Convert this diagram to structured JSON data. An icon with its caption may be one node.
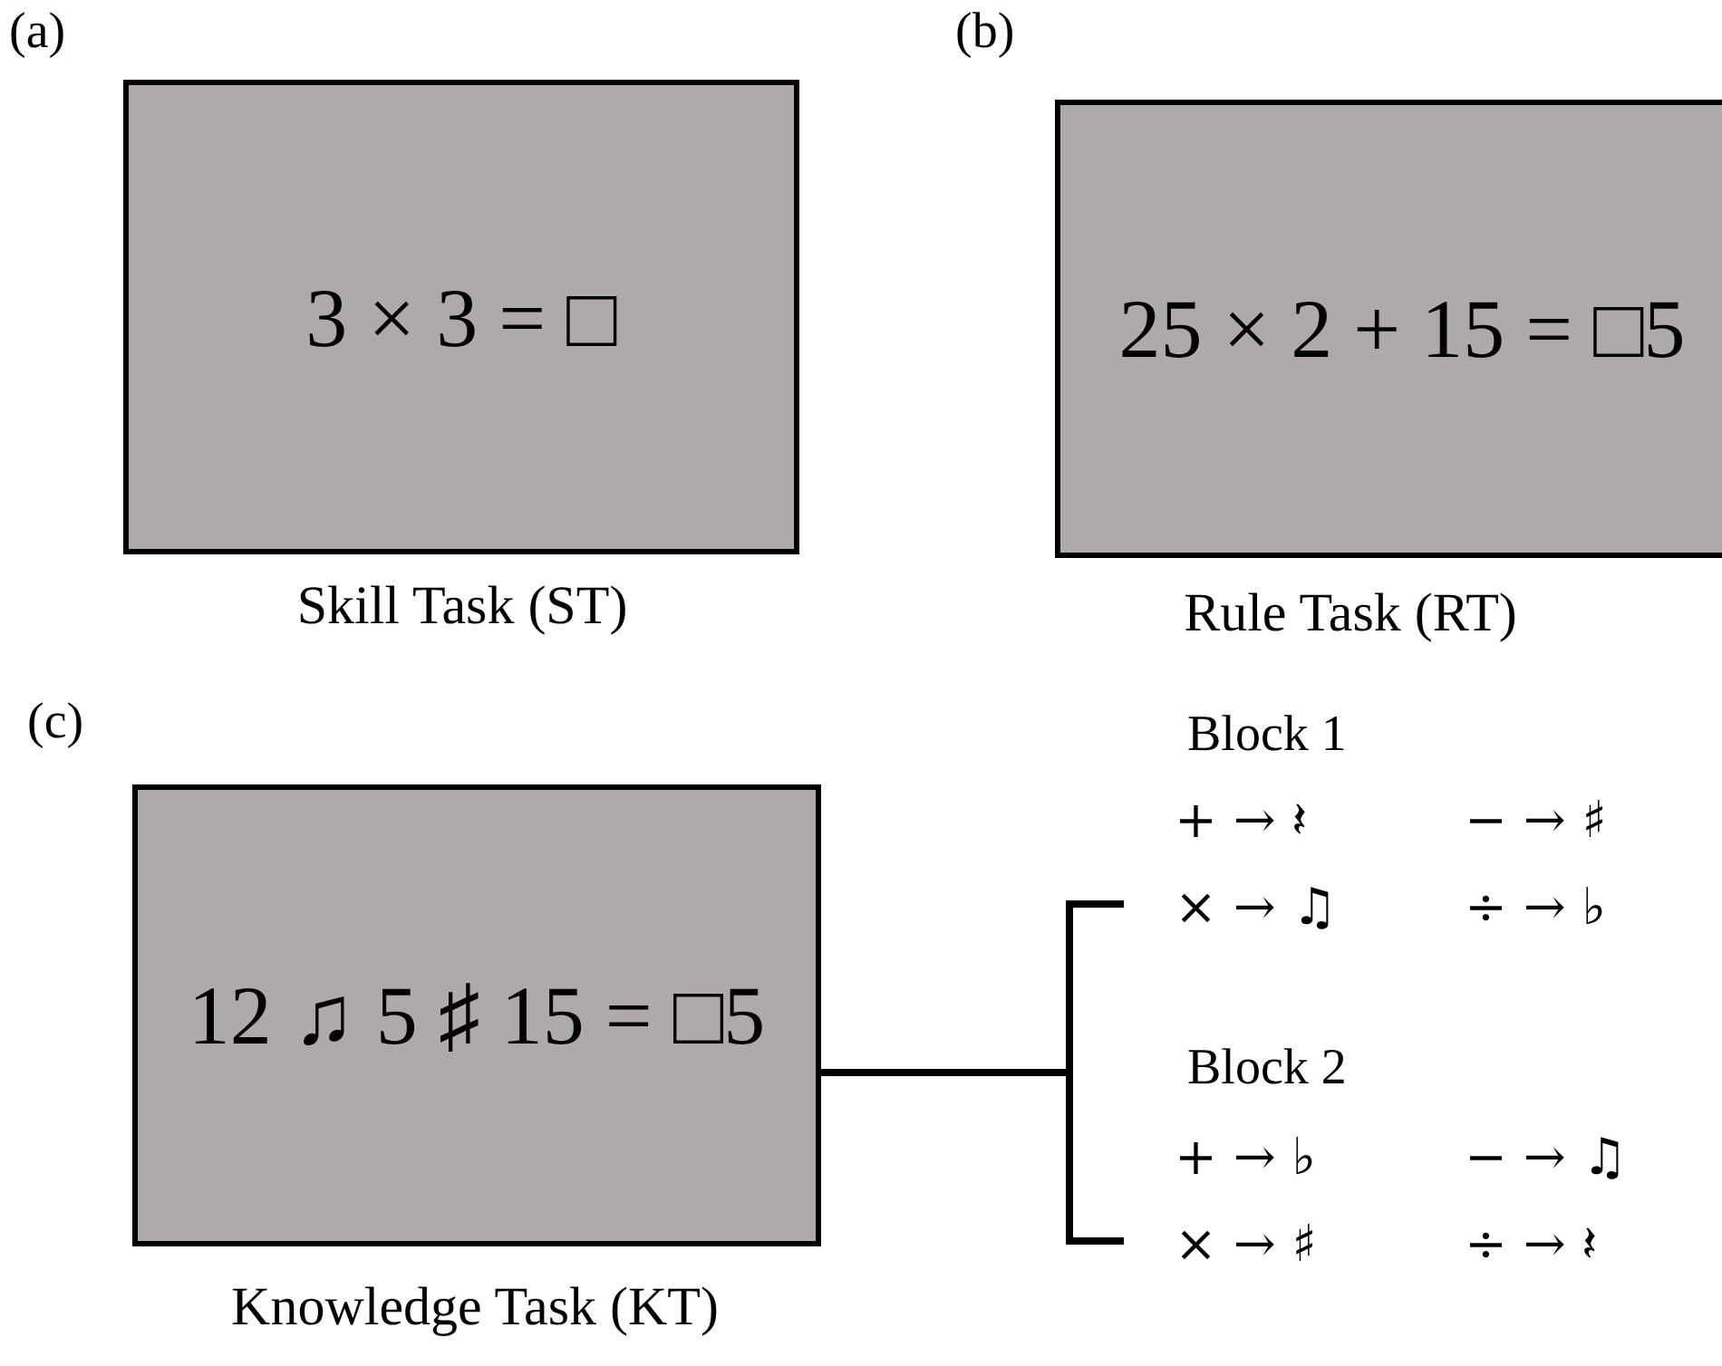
{
  "diagram": {
    "nodes": [
      {
        "text": [
          "3 × 3 = □",
          "Skill Task (ST)"
        ]
      },
      {
        "text": [
          "25 × 2 + 15 = □5",
          "Rule Task (RT)"
        ]
      },
      {
        "text": [
          "12 ♫ 5 ♯ 15 = □5",
          "Knowledge Task (KT)"
        ]
      },
      {
        "text": [],
        "shape": "bracket"
      }
    ],
    "edges": [
      {
        "from": 2,
        "to": 3,
        "arrow": "none"
      }
    ],
    "labels": [
      "(a)",
      "(b)",
      "(c)",
      "Block 1",
      "+ → 𝄽",
      "− → ♯",
      "× → ♫",
      "÷ → ♭",
      "Block 2",
      "+ → ♭",
      "− → ♫",
      "× → ♯",
      "÷ → 𝄽"
    ]
  }
}
